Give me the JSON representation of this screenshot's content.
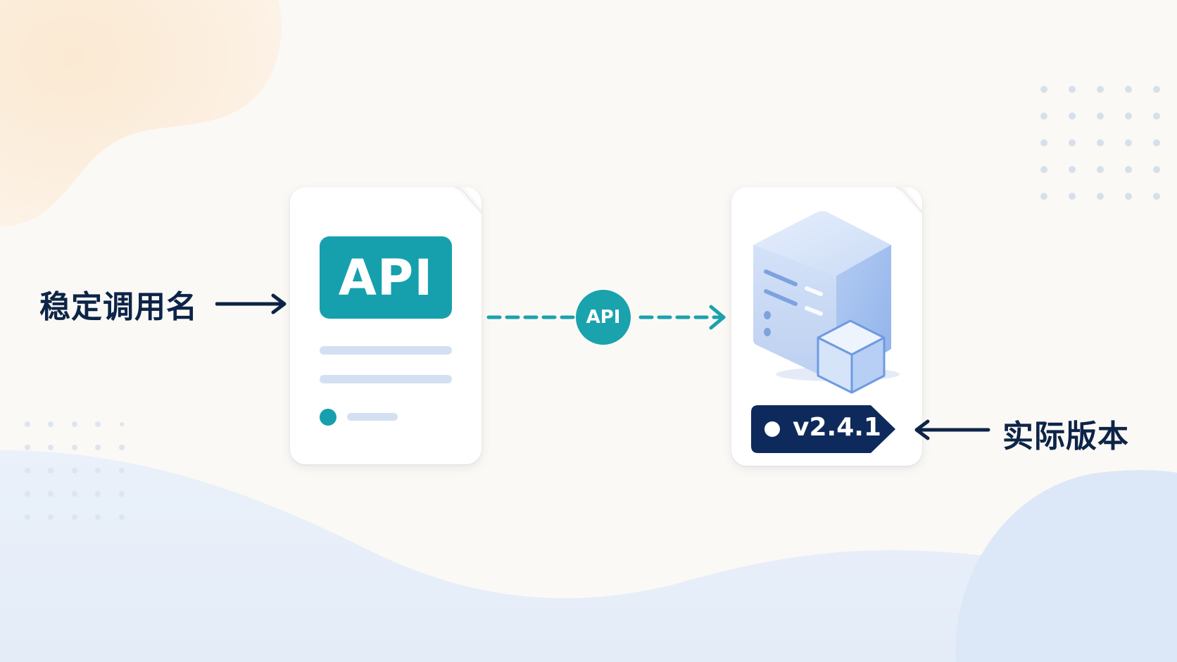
{
  "left_label": "稳定调用名",
  "right_label": "实际版本",
  "api_card": {
    "banner_text": "API"
  },
  "connector": {
    "chip_text": "API"
  },
  "server_card": {
    "version": "v2.4.1"
  },
  "colors": {
    "teal": "#16a0ad",
    "navy": "#0d2448",
    "card": "#ffffff",
    "line": "#d3e0f2",
    "server_blue": "#9dbdf0"
  }
}
